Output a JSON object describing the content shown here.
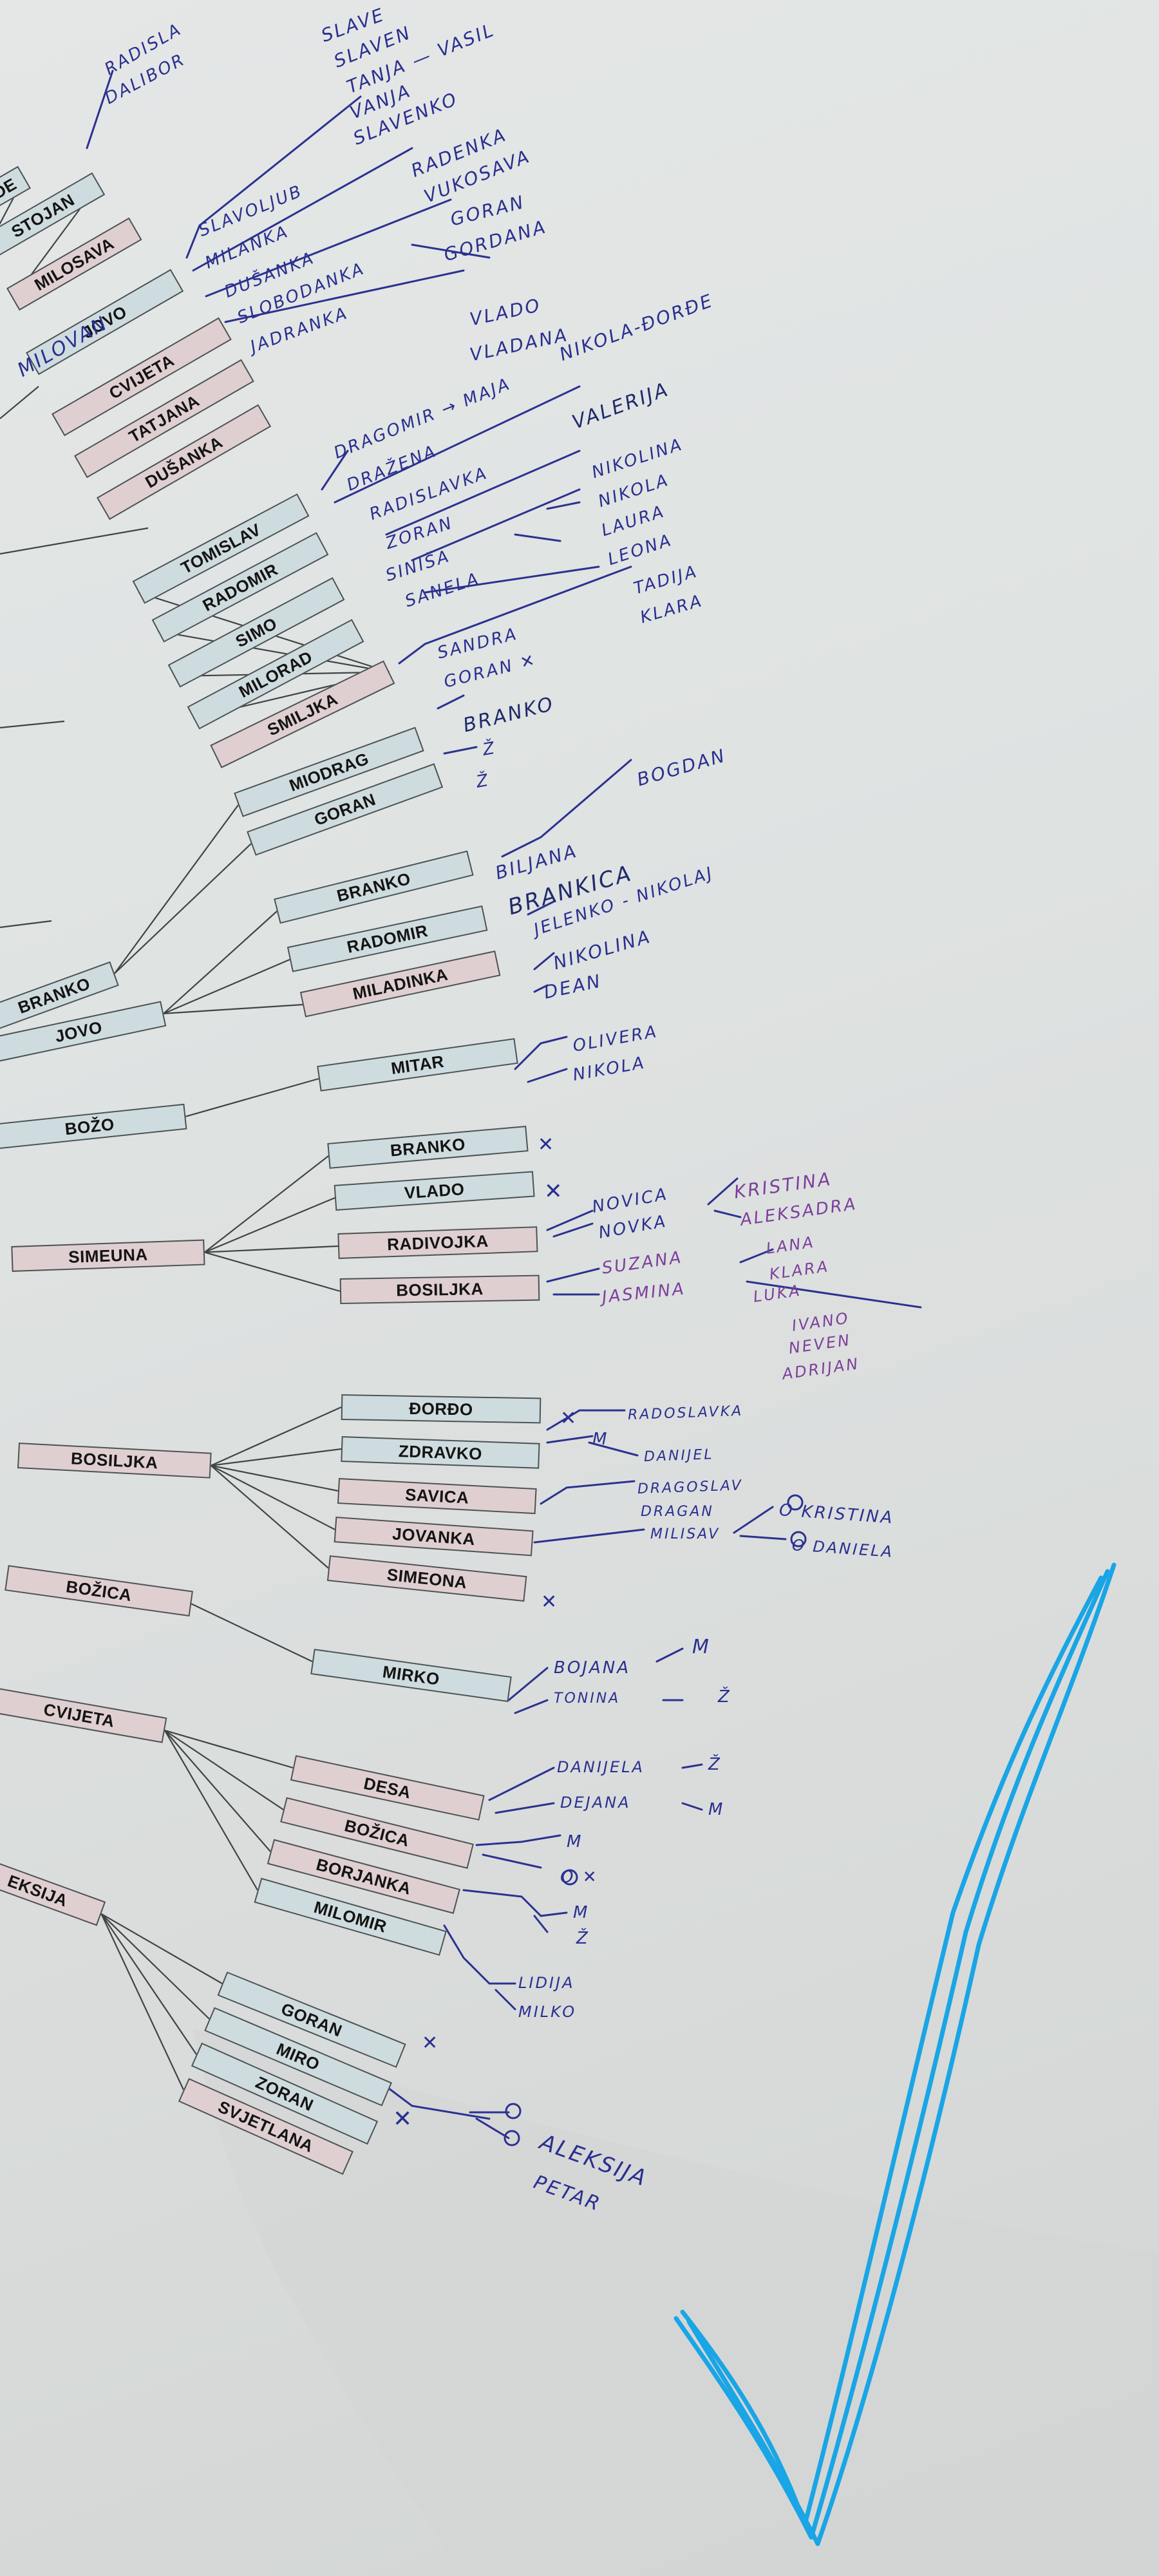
{
  "printed_boxes": [
    {
      "id": "ade",
      "label": "ADE",
      "g": "m"
    },
    {
      "id": "stojan",
      "label": "STOJAN",
      "g": "m"
    },
    {
      "id": "milosava",
      "label": "MILOSAVA",
      "g": "f"
    },
    {
      "id": "jovo1",
      "label": "JOVO",
      "g": "m"
    },
    {
      "id": "cvijeta1",
      "label": "CVIJETA",
      "g": "f"
    },
    {
      "id": "tatjana",
      "label": "TATJANA",
      "g": "f"
    },
    {
      "id": "dusanka",
      "label": "DUŠANKA",
      "g": "f"
    },
    {
      "id": "tomislav",
      "label": "TOMISLAV",
      "g": "m"
    },
    {
      "id": "radomir1",
      "label": "RADOMIR",
      "g": "m"
    },
    {
      "id": "simo",
      "label": "SIMO",
      "g": "m"
    },
    {
      "id": "milorad",
      "label": "MILORAD",
      "g": "m"
    },
    {
      "id": "smiljka",
      "label": "SMILJKA",
      "g": "f"
    },
    {
      "id": "miodrag",
      "label": "MIODRAG",
      "g": "m"
    },
    {
      "id": "goran1",
      "label": "GORAN",
      "g": "m"
    },
    {
      "id": "branko0",
      "label": "BRANKO",
      "g": "m"
    },
    {
      "id": "branko1",
      "label": "BRANKO",
      "g": "m"
    },
    {
      "id": "radomir2",
      "label": "RADOMIR",
      "g": "m"
    },
    {
      "id": "miladinka",
      "label": "MILADINKA",
      "g": "f"
    },
    {
      "id": "jovo2",
      "label": "JOVO",
      "g": "m"
    },
    {
      "id": "mitar",
      "label": "MITAR",
      "g": "m"
    },
    {
      "id": "bozo",
      "label": "BOŽO",
      "g": "m"
    },
    {
      "id": "branko2",
      "label": "BRANKO",
      "g": "m"
    },
    {
      "id": "vlado",
      "label": "VLADO",
      "g": "m"
    },
    {
      "id": "simeuna",
      "label": "SIMEUNA",
      "g": "f"
    },
    {
      "id": "radivojka",
      "label": "RADIVOJKA",
      "g": "f"
    },
    {
      "id": "bosiljka1",
      "label": "BOSILJKA",
      "g": "f"
    },
    {
      "id": "dordo",
      "label": "ĐORĐO",
      "g": "m"
    },
    {
      "id": "zdravko",
      "label": "ZDRAVKO",
      "g": "m"
    },
    {
      "id": "bosiljka2",
      "label": "BOSILJKA",
      "g": "f"
    },
    {
      "id": "savica",
      "label": "SAVICA",
      "g": "f"
    },
    {
      "id": "jovanka",
      "label": "JOVANKA",
      "g": "f"
    },
    {
      "id": "simeona",
      "label": "SIMEONA",
      "g": "f"
    },
    {
      "id": "bozica1",
      "label": "BOŽICA",
      "g": "f"
    },
    {
      "id": "mirko",
      "label": "MIRKO",
      "g": "m"
    },
    {
      "id": "cvijeta2",
      "label": "CVIJETA",
      "g": "f"
    },
    {
      "id": "desa",
      "label": "DESA",
      "g": "f"
    },
    {
      "id": "bozica2",
      "label": "BOŽICA",
      "g": "f"
    },
    {
      "id": "borjanka",
      "label": "BORJANKA",
      "g": "f"
    },
    {
      "id": "milomir",
      "label": "MILOMIR",
      "g": "m"
    },
    {
      "id": "eksija",
      "label": "EKSIJA",
      "g": "f"
    },
    {
      "id": "goran2",
      "label": "GORAN",
      "g": "m"
    },
    {
      "id": "miro",
      "label": "MIRO",
      "g": "m"
    },
    {
      "id": "zoran",
      "label": "ZORAN",
      "g": "m"
    },
    {
      "id": "svjetlana",
      "label": "SVJETLANA",
      "g": "f"
    }
  ],
  "handwritten": [
    {
      "id": "radisl",
      "text": "RADISLA",
      "c": "blue"
    },
    {
      "id": "dalibor",
      "text": "DALIBOR",
      "c": "blue"
    },
    {
      "id": "milovan",
      "text": "MILOVAN",
      "c": "blue"
    },
    {
      "id": "slaven1",
      "text": "SLAVE",
      "c": "blue"
    },
    {
      "id": "slaven2",
      "text": "SLAVEN",
      "c": "blue"
    },
    {
      "id": "tanja",
      "text": "TANJA — VASIL",
      "c": "blue"
    },
    {
      "id": "vanja",
      "text": "VANJA",
      "c": "blue"
    },
    {
      "id": "slavenko",
      "text": "SLAVENKO",
      "c": "blue"
    },
    {
      "id": "radenka",
      "text": "RADENKA",
      "c": "blue"
    },
    {
      "id": "vukosava",
      "text": "VUKOSAVA",
      "c": "blue"
    },
    {
      "id": "slavoljub",
      "text": "SLAVOLJUB",
      "c": "blue"
    },
    {
      "id": "milanka",
      "text": "MILANKA",
      "c": "blue"
    },
    {
      "id": "dusanka_h",
      "text": "DUŠANKA",
      "c": "blue"
    },
    {
      "id": "slobodanka",
      "text": "SLOBODANKA",
      "c": "blue"
    },
    {
      "id": "jadranka",
      "text": "JADRANKA",
      "c": "blue"
    },
    {
      "id": "goran_h",
      "text": "GORAN",
      "c": "blue"
    },
    {
      "id": "gordana",
      "text": "GORDANA",
      "c": "blue"
    },
    {
      "id": "vlado_h",
      "text": "VLADO",
      "c": "blue"
    },
    {
      "id": "vladana",
      "text": "VLADANA",
      "c": "blue"
    },
    {
      "id": "dragomir",
      "text": "DRAGOMIR → MAJA",
      "c": "blue"
    },
    {
      "id": "drazena",
      "text": "DRAŽENA",
      "c": "blue"
    },
    {
      "id": "nikola_dordo",
      "text": "NIKOLA-ĐORĐE",
      "c": "blue"
    },
    {
      "id": "valerija",
      "text": "VALERIJA",
      "c": "navy"
    },
    {
      "id": "radislavka",
      "text": "RADISLAVKA",
      "c": "blue"
    },
    {
      "id": "zoran_h",
      "text": "ZORAN",
      "c": "blue"
    },
    {
      "id": "sinisa",
      "text": "SINIŠA",
      "c": "blue"
    },
    {
      "id": "sanela",
      "text": "SANELA",
      "c": "blue"
    },
    {
      "id": "nikolina1",
      "text": "NIKOLINA",
      "c": "blue"
    },
    {
      "id": "nikola1",
      "text": "NIKOLA",
      "c": "blue"
    },
    {
      "id": "laura",
      "text": "LAURA",
      "c": "blue"
    },
    {
      "id": "leona",
      "text": "LEONA",
      "c": "blue"
    },
    {
      "id": "tadija",
      "text": "TADIJA",
      "c": "blue"
    },
    {
      "id": "klara1",
      "text": "KLARA",
      "c": "blue"
    },
    {
      "id": "sandra",
      "text": "SANDRA",
      "c": "blue"
    },
    {
      "id": "goran_x",
      "text": "GORAN ✕",
      "c": "blue"
    },
    {
      "id": "branko_h",
      "text": "BRANKO",
      "c": "navy"
    },
    {
      "id": "z1",
      "text": "Ž",
      "c": "blue"
    },
    {
      "id": "z2",
      "text": "Ž",
      "c": "blue"
    },
    {
      "id": "bogdan",
      "text": "BOGDAN",
      "c": "blue"
    },
    {
      "id": "biljana",
      "text": "BILJANA",
      "c": "blue"
    },
    {
      "id": "brankica",
      "text": "BRANKICA",
      "c": "navy"
    },
    {
      "id": "jelenko",
      "text": "JELENKO - NIKOLAJ",
      "c": "blue"
    },
    {
      "id": "nikolina2",
      "text": "NIKOLINA",
      "c": "blue"
    },
    {
      "id": "dean",
      "text": "DEAN",
      "c": "blue"
    },
    {
      "id": "olivera",
      "text": "OLIVERA",
      "c": "blue"
    },
    {
      "id": "nikola2",
      "text": "NIKOLA",
      "c": "blue"
    },
    {
      "id": "x_branko",
      "text": "✕",
      "c": "blue"
    },
    {
      "id": "x_vlado",
      "text": "✕",
      "c": "blue"
    },
    {
      "id": "kristina1",
      "text": "KRISTINA",
      "c": "purple"
    },
    {
      "id": "novica",
      "text": "NOVICA",
      "c": "blue"
    },
    {
      "id": "novka",
      "text": "NOVKA",
      "c": "blue"
    },
    {
      "id": "aleksandra",
      "text": "ALEKSADRA",
      "c": "purple"
    },
    {
      "id": "lana",
      "text": "LANA",
      "c": "purple"
    },
    {
      "id": "suzana",
      "text": "SUZANA",
      "c": "purple"
    },
    {
      "id": "klara2",
      "text": "KLARA",
      "c": "purple"
    },
    {
      "id": "luka",
      "text": "LUKA",
      "c": "purple"
    },
    {
      "id": "jasmina",
      "text": "JASMINA",
      "c": "purple"
    },
    {
      "id": "ivano",
      "text": "IVANO",
      "c": "purple"
    },
    {
      "id": "neven",
      "text": "NEVEN",
      "c": "purple"
    },
    {
      "id": "adrijan",
      "text": "ADRIJAN",
      "c": "purple"
    },
    {
      "id": "x_dordo",
      "text": "✕",
      "c": "blue"
    },
    {
      "id": "radoslavka",
      "text": "RADOSLAVKA",
      "c": "blue"
    },
    {
      "id": "m1",
      "text": "M",
      "c": "blue"
    },
    {
      "id": "danijel",
      "text": "DANIJEL",
      "c": "blue"
    },
    {
      "id": "dragoslav",
      "text": "DRAGOSLAV",
      "c": "blue"
    },
    {
      "id": "dragan",
      "text": "DRAGAN",
      "c": "blue"
    },
    {
      "id": "milisav",
      "text": "MILISAV",
      "c": "blue"
    },
    {
      "id": "kristina2",
      "text": "O KRISTINA",
      "c": "blue"
    },
    {
      "id": "daniela",
      "text": "O DANIELA",
      "c": "blue"
    },
    {
      "id": "x_simeona",
      "text": "✕",
      "c": "blue"
    },
    {
      "id": "bojana",
      "text": "BOJANA",
      "c": "blue"
    },
    {
      "id": "m2",
      "text": "M",
      "c": "blue"
    },
    {
      "id": "tonina",
      "text": "TONINA",
      "c": "blue"
    },
    {
      "id": "z3",
      "text": "Ž",
      "c": "blue"
    },
    {
      "id": "danijela",
      "text": "DANIJELA",
      "c": "blue"
    },
    {
      "id": "z4",
      "text": "Ž",
      "c": "blue"
    },
    {
      "id": "dejana",
      "text": "DEJANA",
      "c": "blue"
    },
    {
      "id": "m3",
      "text": "M",
      "c": "blue"
    },
    {
      "id": "m4",
      "text": "M",
      "c": "blue"
    },
    {
      "id": "o_x",
      "text": "O ✕",
      "c": "blue"
    },
    {
      "id": "m5",
      "text": "M",
      "c": "blue"
    },
    {
      "id": "z5",
      "text": "Ž",
      "c": "blue"
    },
    {
      "id": "lidija",
      "text": "LIDIJA",
      "c": "blue"
    },
    {
      "id": "milko",
      "text": "MILKO",
      "c": "blue"
    },
    {
      "id": "x_goran2",
      "text": "✕",
      "c": "blue"
    },
    {
      "id": "x_svjetlana",
      "text": "✕",
      "c": "blue"
    },
    {
      "id": "aleksija",
      "text": "ALEKSIJA",
      "c": "blue"
    },
    {
      "id": "petar",
      "text": "PETAR",
      "c": "blue"
    }
  ],
  "colors": {
    "paper": "#dfe3e2",
    "male_box": "#cfdcdf",
    "female_box": "#e0cfd1",
    "box_border": "#4d5355",
    "ink_blue": "#2a2f8f",
    "ink_purple": "#7d3e9b",
    "check_marker": "#19a5e6"
  },
  "decorations": {
    "check_mark_icon": "check-icon",
    "cross_marks": "cross-icon"
  }
}
